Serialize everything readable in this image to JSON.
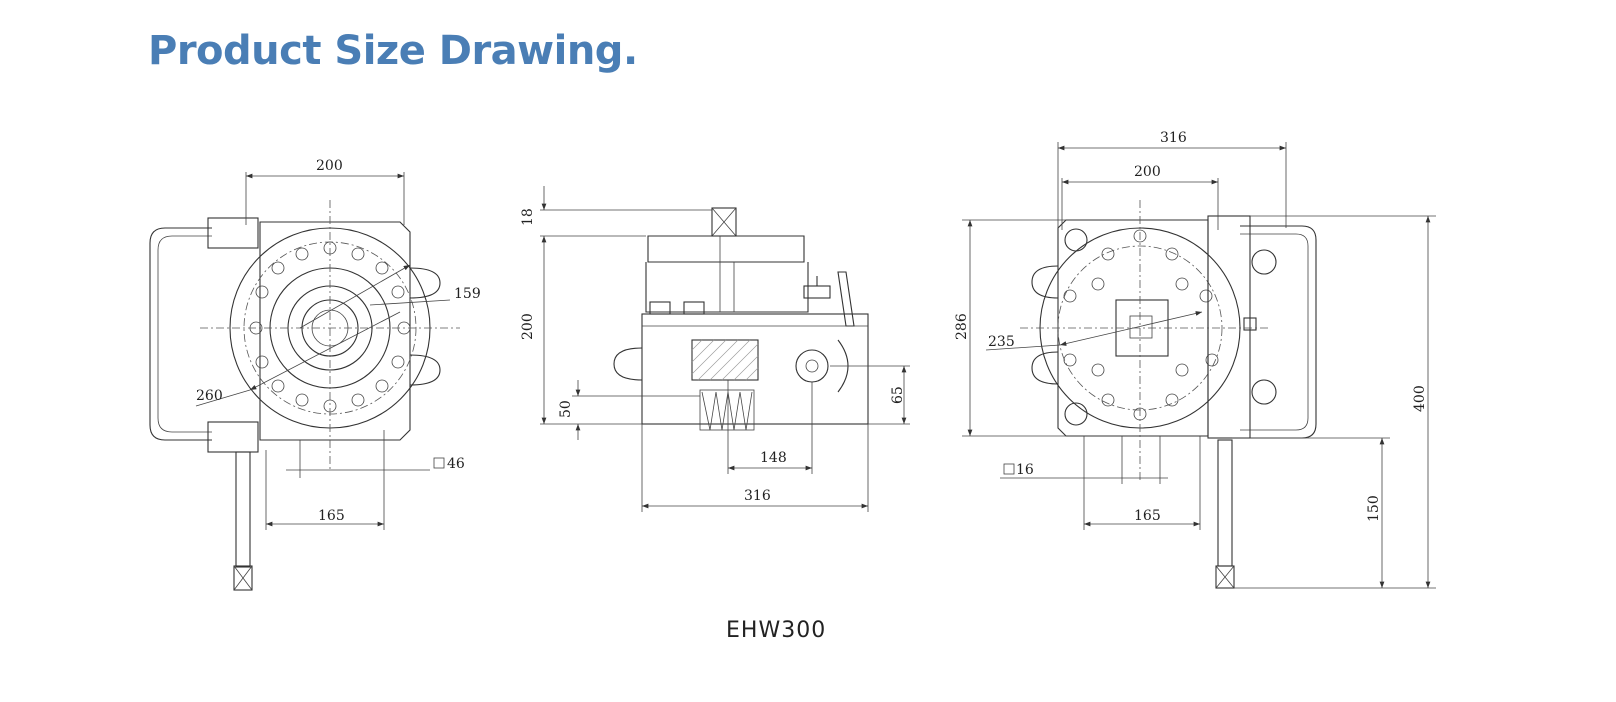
{
  "title": "Product Size Drawing.",
  "model": "EHW300",
  "left_view": {
    "d200": "200",
    "d159": "159",
    "d260": "260",
    "d46": "46",
    "d165": "165"
  },
  "mid_view": {
    "d18": "18",
    "d200": "200",
    "d50": "50",
    "d148": "148",
    "d65": "65",
    "d316": "316"
  },
  "right_view": {
    "d316": "316",
    "d200": "200",
    "d286": "286",
    "d235": "235",
    "d16": "16",
    "d165": "165",
    "d400": "400",
    "d150": "150"
  }
}
